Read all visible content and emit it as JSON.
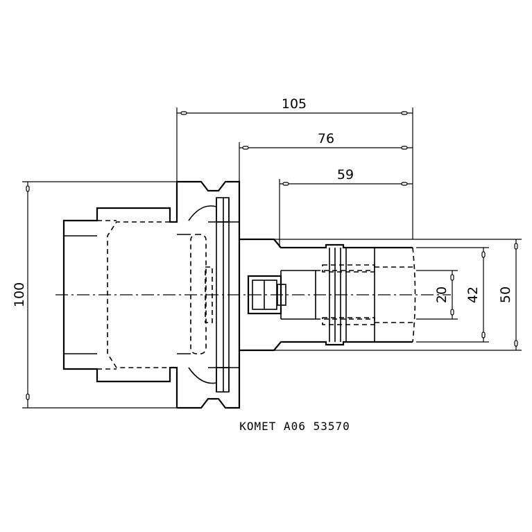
{
  "dimensions": {
    "overall_length": "105",
    "length_76": "76",
    "length_59": "59",
    "flange_height": "100",
    "dia_20": "20",
    "dia_42": "42",
    "dia_50": "50"
  },
  "caption": "KOMET A06 53570",
  "colors": {
    "line": "#000000",
    "background": "#ffffff"
  }
}
